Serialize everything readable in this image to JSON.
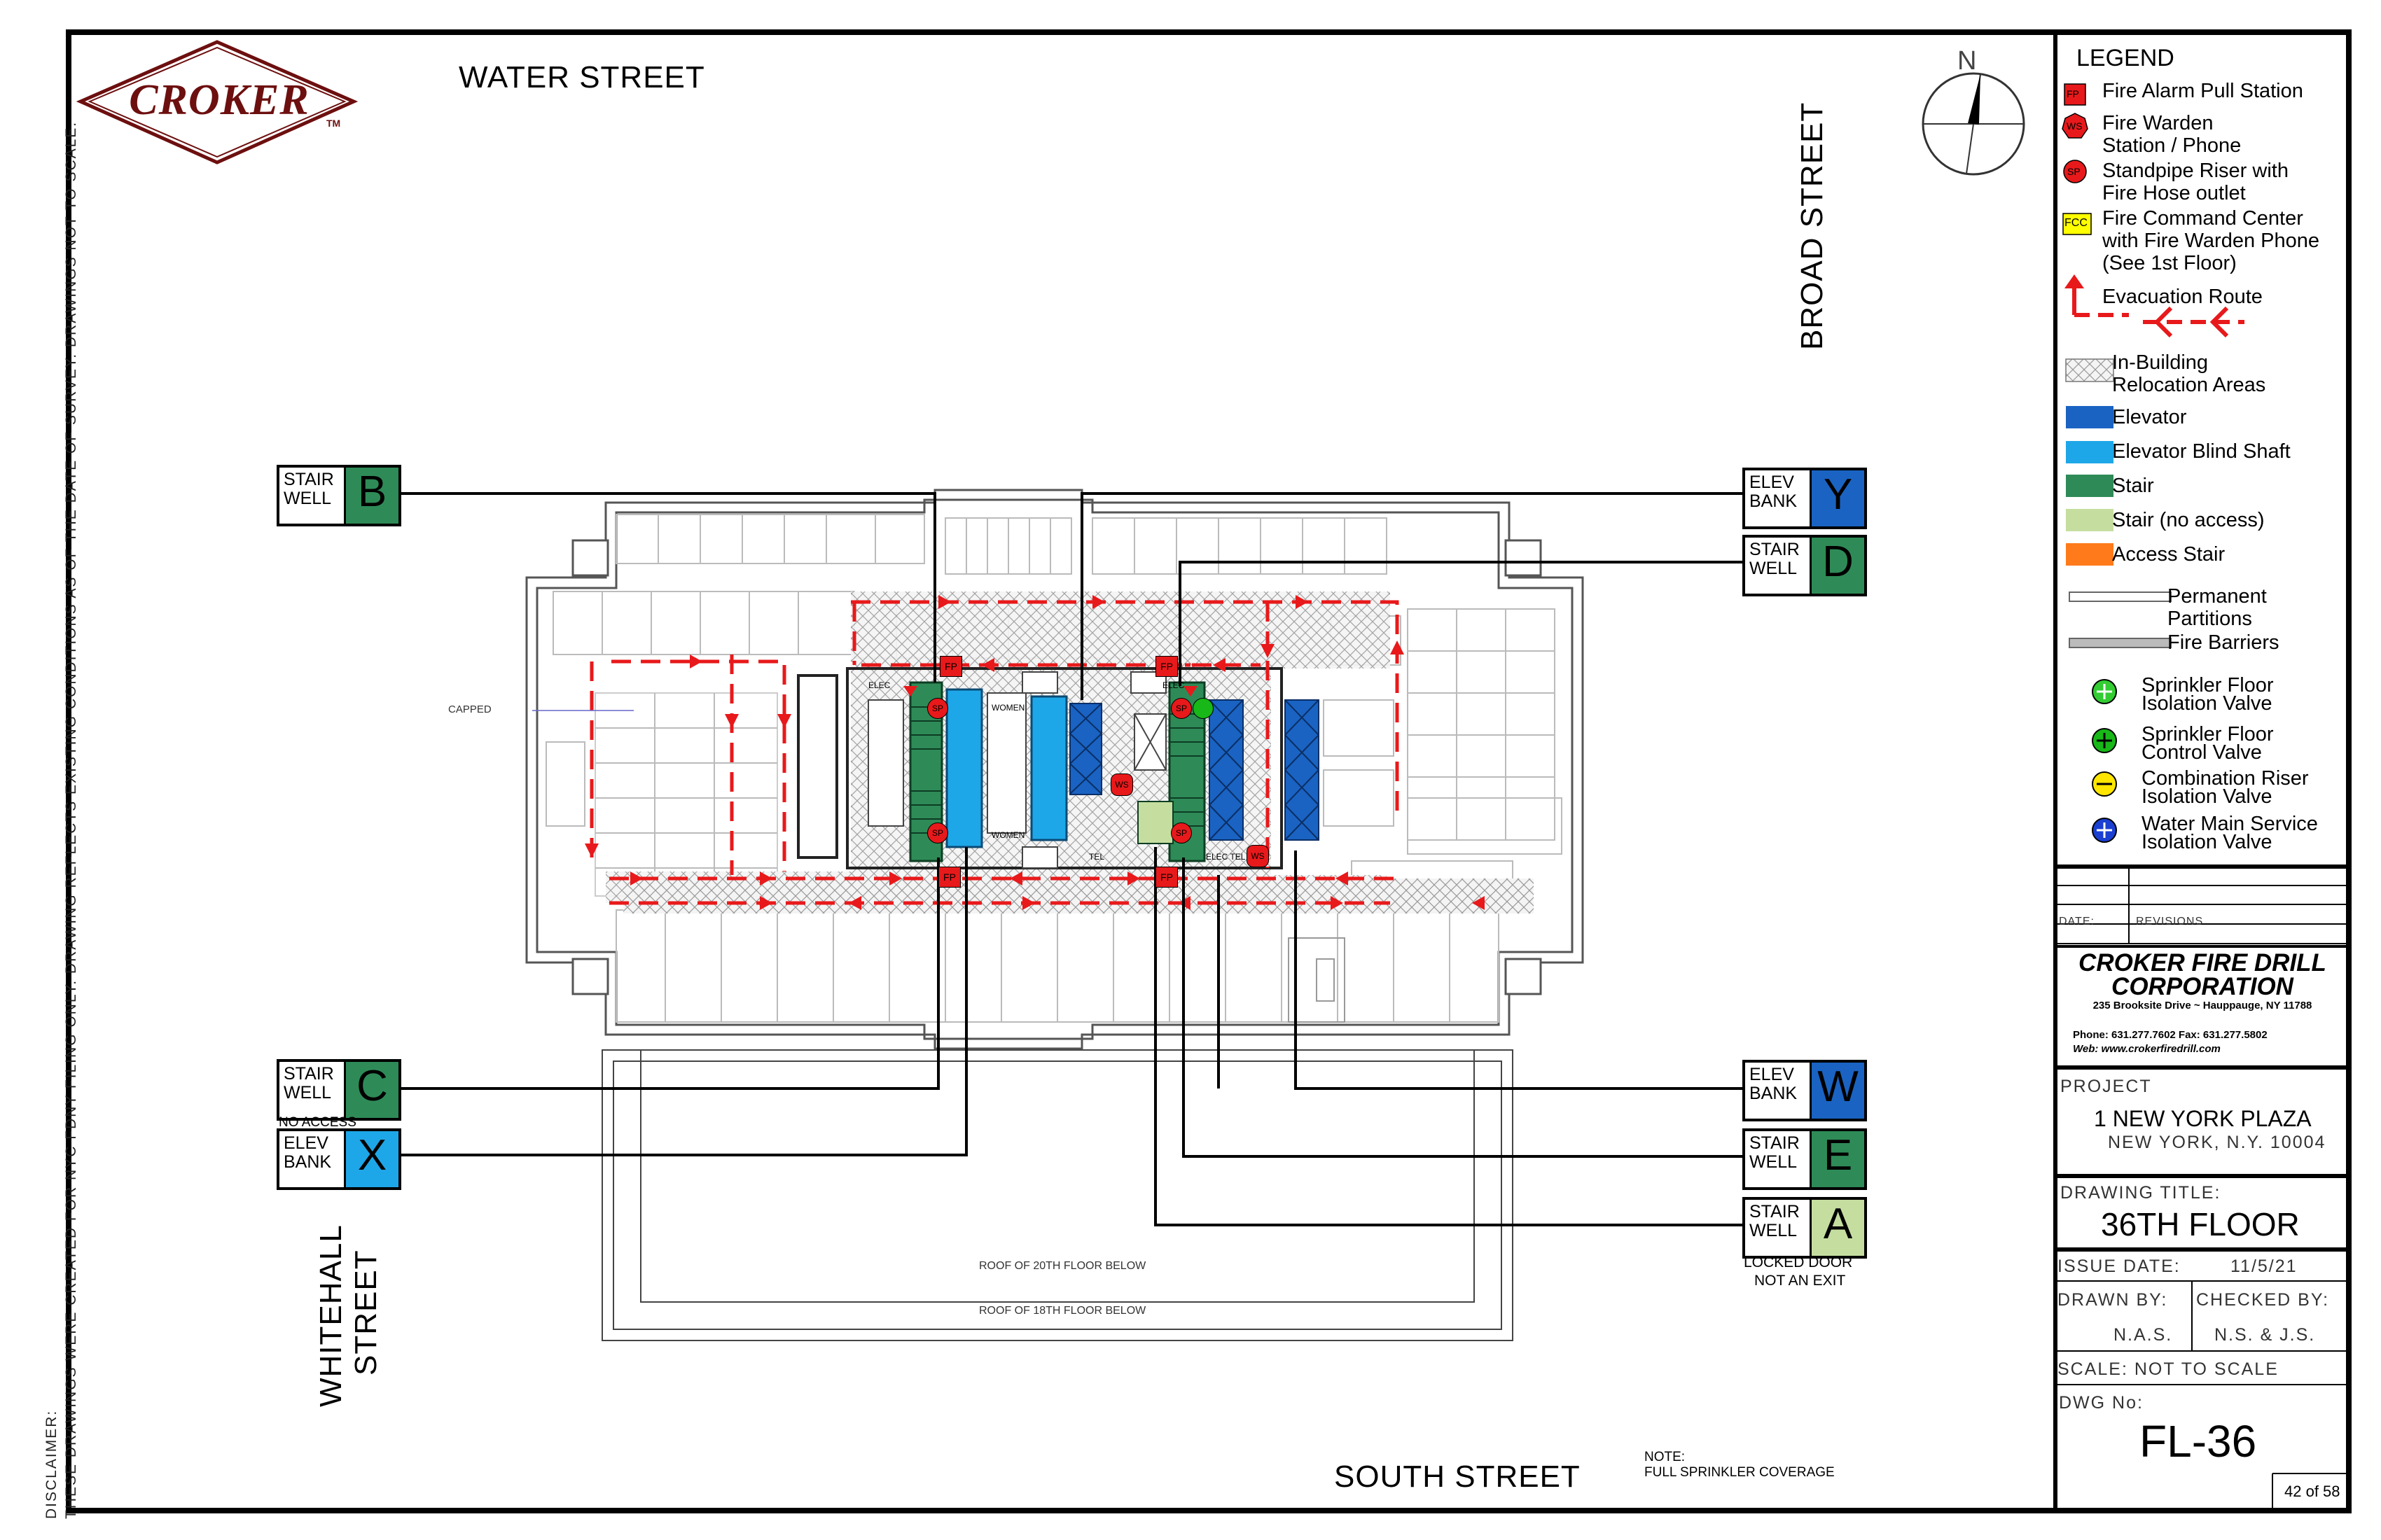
{
  "logo": {
    "text": "CROKER",
    "tm": "TM"
  },
  "streets": {
    "north": "WATER STREET",
    "east": "BROAD STREET",
    "south": "SOUTH STREET",
    "west_line1": "WHITEHALL",
    "west_line2": "STREET"
  },
  "disclaimer": {
    "line1": "DISCLAIMER:",
    "line2": "THESE DRAWINGS WERE CREATED FOR NYC FDNY FILING ONLY. DRAWING REFLECTS EXISTING CONDITIONS AS OF THE DATE OF SURVEY. DRAWINGS NOT TO SCALE."
  },
  "compass": {
    "label": "N"
  },
  "callouts": [
    {
      "id": "B",
      "line1": "STAIR",
      "line2": "WELL",
      "letter": "B",
      "color": "#2e8b57",
      "note": ""
    },
    {
      "id": "C",
      "line1": "STAIR",
      "line2": "WELL",
      "letter": "C",
      "color": "#2e8b57",
      "note": "NO ACCESS"
    },
    {
      "id": "X",
      "line1": "ELEV",
      "line2": "BANK",
      "letter": "X",
      "color": "#1ea7e8",
      "note": ""
    },
    {
      "id": "Y",
      "line1": "ELEV",
      "line2": "BANK",
      "letter": "Y",
      "color": "#1a63c2",
      "note": ""
    },
    {
      "id": "D",
      "line1": "STAIR",
      "line2": "WELL",
      "letter": "D",
      "color": "#2e8b57",
      "note": ""
    },
    {
      "id": "W",
      "line1": "ELEV",
      "line2": "BANK",
      "letter": "W",
      "color": "#1a63c2",
      "note": ""
    },
    {
      "id": "E",
      "line1": "STAIR",
      "line2": "WELL",
      "letter": "E",
      "color": "#2e8b57",
      "note": ""
    },
    {
      "id": "A",
      "line1": "STAIR",
      "line2": "WELL",
      "letter": "A",
      "color": "#c5dea0",
      "note": "LOCKED DOOR",
      "note2": "NOT AN EXIT"
    }
  ],
  "plan_labels": {
    "capped": "CAPPED",
    "roof20": "ROOF OF 20TH FLOOR BELOW",
    "roof18": "ROOF OF 18TH FLOOR BELOW",
    "women1": "WOMEN",
    "women2": "WOMEN",
    "elec1": "ELEC",
    "elec2": "ELEC",
    "tel": "TEL",
    "elec_tel": "ELEC TEL"
  },
  "markers": {
    "fp": "FP",
    "sp": "SP",
    "ws": "WS",
    "fcc": "FCC"
  },
  "note": {
    "line1": "NOTE:",
    "line2": "FULL SPRINKLER COVERAGE"
  },
  "legend": {
    "title": "LEGEND",
    "fire_alarm": "Fire Alarm Pull Station",
    "fire_warden_1": "Fire Warden",
    "fire_warden_2": "Station / Phone",
    "standpipe_1": "Standpipe Riser with",
    "standpipe_2": "Fire Hose outlet",
    "fcc_1": "Fire Command Center",
    "fcc_2": "with Fire Warden Phone",
    "fcc_3": "(See 1st Floor)",
    "evac": "Evacuation  Route",
    "relocation_1": "In-Building",
    "relocation_2": "Relocation Areas",
    "elevator": "Elevator",
    "blind_shaft": "Elevator Blind Shaft",
    "stair": "Stair",
    "stair_no_access": "Stair (no access)",
    "access_stair": "Access Stair",
    "permanent_1": "Permanent",
    "permanent_2": "Partitions",
    "fire_barriers": "Fire Barriers",
    "sprinkler_iso_1": "Sprinkler Floor",
    "sprinkler_iso_2": "Isolation Valve",
    "sprinkler_ctrl_1": "Sprinkler Floor",
    "sprinkler_ctrl_2": "Control Valve",
    "combo_1": "Combination Riser",
    "combo_2": "Isolation Valve",
    "water_main_1": "Water Main Service",
    "water_main_2": "Isolation Valve"
  },
  "colors": {
    "stair": "#2e8b57",
    "stair_no_access": "#c5dea0",
    "elevator": "#1a63c2",
    "blind_shaft": "#1ea7e8",
    "access_stair": "#ff7a1a",
    "evac": "#e8191b",
    "fcc": "#ffff00"
  },
  "title_block": {
    "date_label": "DATE:",
    "revisions_label": "REVISIONS",
    "company_1": "CROKER FIRE DRILL",
    "company_2": "CORPORATION",
    "address": "235 Brooksite Drive ~ Hauppauge, NY 11788",
    "phone": "Phone: 631.277.7602  Fax: 631.277.5802",
    "web": "Web: www.crokerfiredrill.com",
    "project_label": "PROJECT",
    "project_name": "1 NEW YORK PLAZA",
    "project_city": "NEW YORK, N.Y. 10004",
    "drawing_title_label": "DRAWING TITLE:",
    "drawing_title": "36TH FLOOR",
    "issue_date_label": "ISSUE DATE:",
    "issue_date": "11/5/21",
    "drawn_by_label": "DRAWN BY:",
    "drawn_by": "N.A.S.",
    "checked_by_label": "CHECKED BY:",
    "checked_by": "N.S. & J.S.",
    "scale": "SCALE:  NOT TO SCALE",
    "dwg_label": "DWG No:",
    "dwg_no": "FL-36",
    "page": "42 of 58"
  }
}
